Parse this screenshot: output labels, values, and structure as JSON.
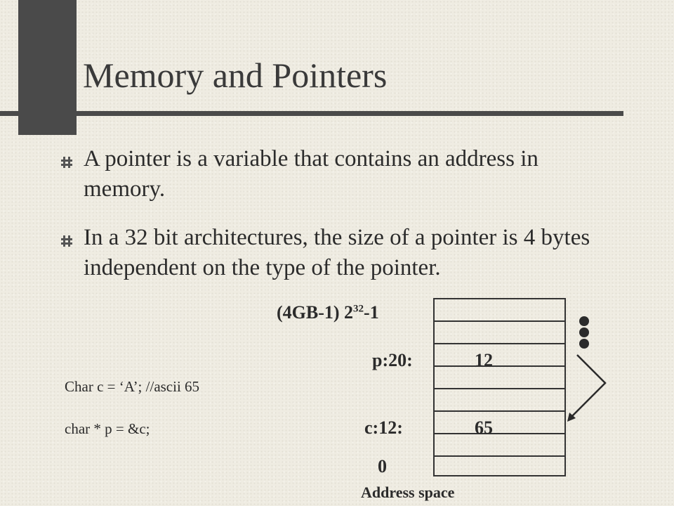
{
  "slide": {
    "title": "Memory and Pointers",
    "bullets": [
      "A pointer is a variable that contains an address in memory.",
      "In a 32 bit architectures, the size of a pointer is 4 bytes independent on the type of the pointer."
    ]
  },
  "diagram": {
    "top_label_prefix": "(4GB-1) 2",
    "top_label_exp": "32",
    "top_label_suffix": "-1",
    "p_label": "p:20:",
    "p_value": "12",
    "c_label": "c:12:",
    "c_value": "65",
    "zero_label": "0",
    "caption": "Address space",
    "colors": {
      "ink": "#2b2b2b",
      "background": "#efece2",
      "accent": "#4a4a4a"
    }
  },
  "code": {
    "line1": "Char c = ‘A’;  //ascii 65",
    "line2": "char * p =  &c;"
  }
}
